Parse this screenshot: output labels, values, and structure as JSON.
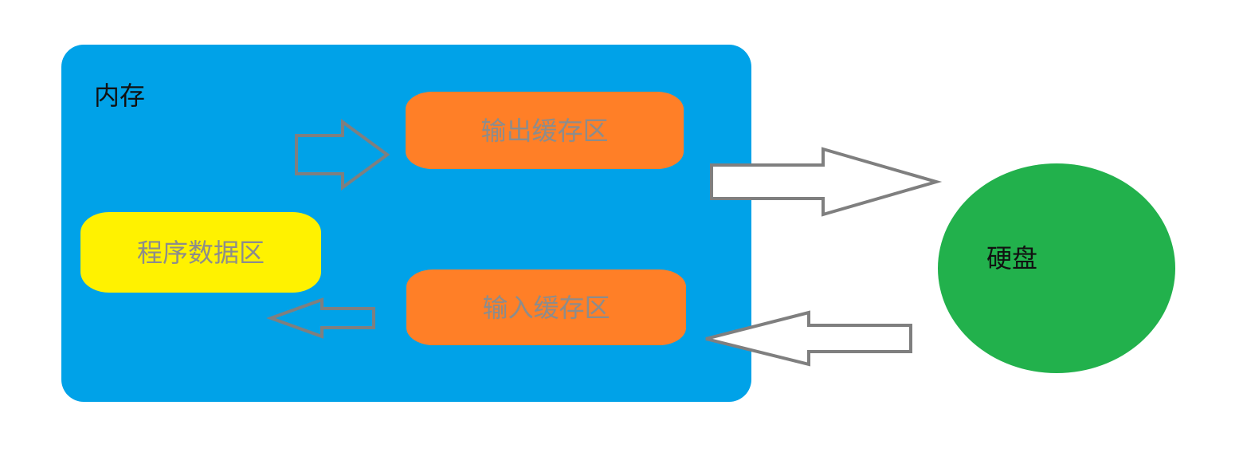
{
  "diagram": {
    "memory": {
      "title": "内存",
      "color": "#00a2e8"
    },
    "output_buffer": {
      "label": "输出缓存区",
      "color": "#ff7f27"
    },
    "input_buffer": {
      "label": "输入缓存区",
      "color": "#ff7f27"
    },
    "program_data": {
      "label": "程序数据区",
      "color": "#fff200"
    },
    "disk": {
      "label": "硬盘",
      "color": "#22b14c"
    },
    "arrows": [
      {
        "from": "program_data",
        "to": "output_buffer",
        "direction": "right"
      },
      {
        "from": "output_buffer",
        "to": "disk",
        "direction": "right"
      },
      {
        "from": "disk",
        "to": "input_buffer",
        "direction": "left"
      },
      {
        "from": "input_buffer",
        "to": "program_data",
        "direction": "left"
      }
    ]
  }
}
